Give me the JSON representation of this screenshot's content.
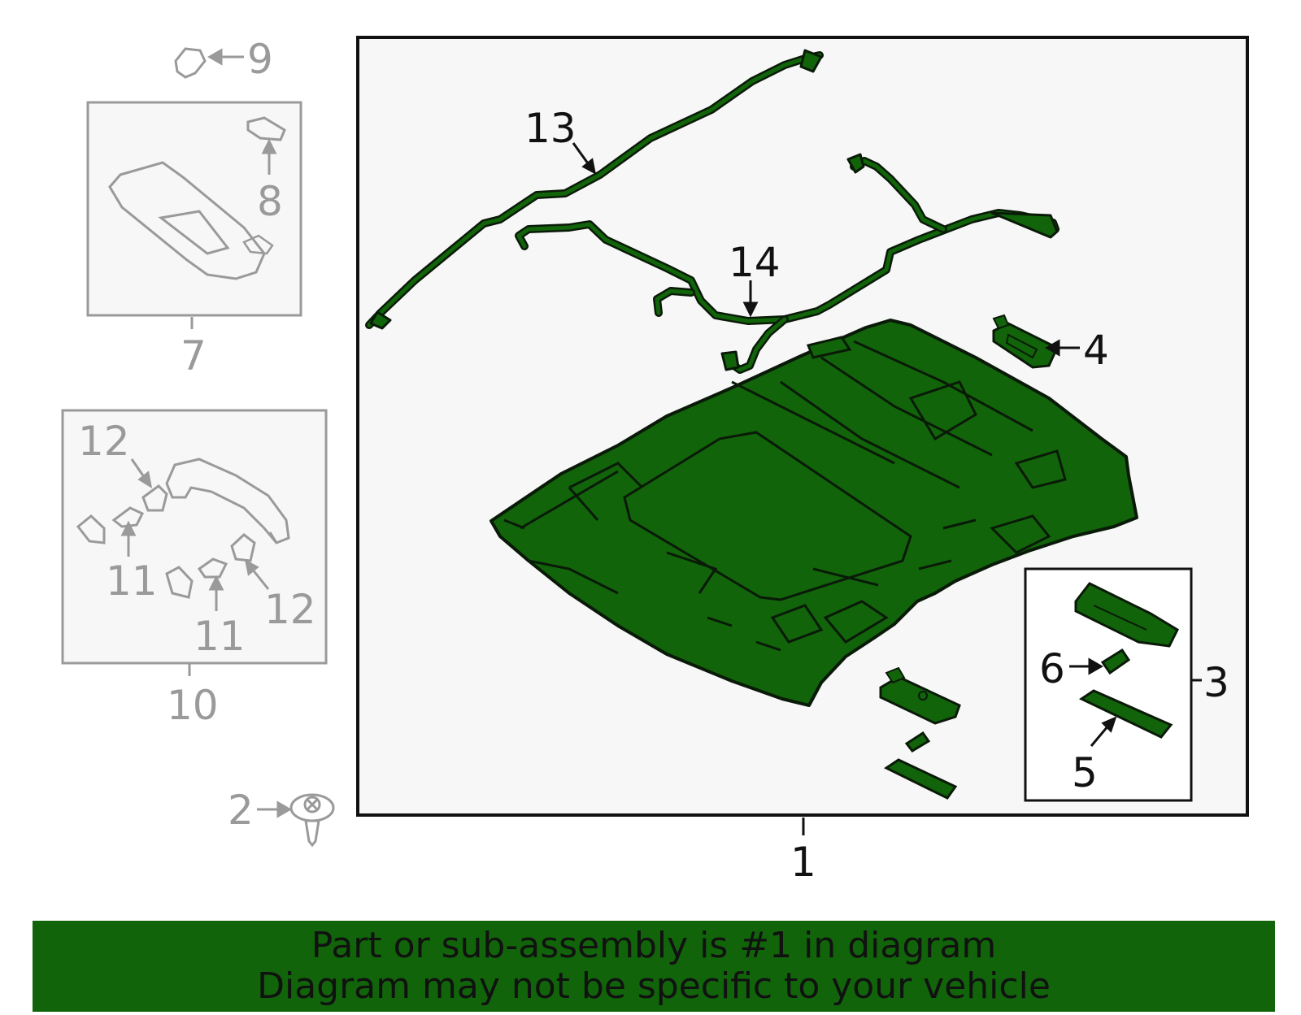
{
  "colors": {
    "part_fill": "#11640a",
    "part_stroke": "#0a1a08",
    "inset_gray": "#9a9a9a",
    "panel_bg": "#f7f7f7",
    "banner_bg": "#11640a"
  },
  "callouts": {
    "c1": "1",
    "c2": "2",
    "c3": "3",
    "c4": "4",
    "c5": "5",
    "c6": "6",
    "c7": "7",
    "c8": "8",
    "c9": "9",
    "c10": "10",
    "c11a": "11",
    "c11b": "11",
    "c12a": "12",
    "c12b": "12",
    "c13": "13",
    "c14": "14"
  },
  "banner": {
    "line1": "Part or sub-assembly is #1 in diagram",
    "line2": "Diagram may not be specific to your vehicle"
  }
}
